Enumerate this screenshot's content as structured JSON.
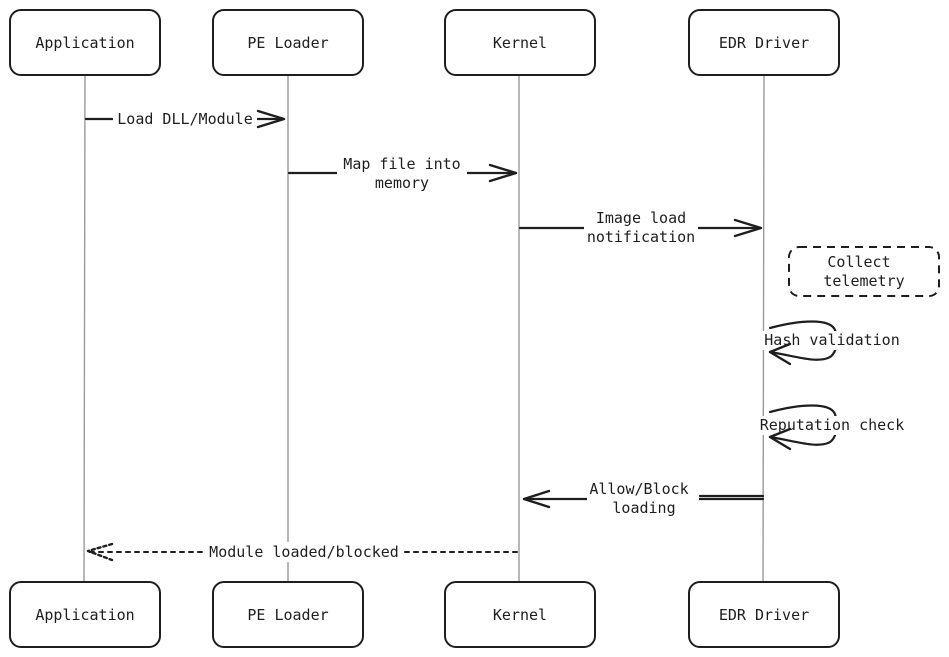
{
  "participants": [
    {
      "id": "application",
      "label": "Application"
    },
    {
      "id": "pe-loader",
      "label": "PE Loader"
    },
    {
      "id": "kernel",
      "label": "Kernel"
    },
    {
      "id": "edr-driver",
      "label": "EDR Driver"
    }
  ],
  "messages": [
    {
      "id": "load-dll",
      "from": "application",
      "to": "pe-loader",
      "lines": [
        "Load DLL/Module"
      ],
      "style": "solid"
    },
    {
      "id": "map-file",
      "from": "pe-loader",
      "to": "kernel",
      "lines": [
        "Map file into",
        "memory"
      ],
      "style": "solid"
    },
    {
      "id": "image-load",
      "from": "kernel",
      "to": "edr-driver",
      "lines": [
        "Image load",
        "notification"
      ],
      "style": "solid"
    },
    {
      "id": "hash-validation",
      "from": "edr-driver",
      "to": "edr-driver",
      "lines": [
        "Hash validation"
      ],
      "style": "self"
    },
    {
      "id": "reputation-check",
      "from": "edr-driver",
      "to": "edr-driver",
      "lines": [
        "Reputation check"
      ],
      "style": "self"
    },
    {
      "id": "allow-block",
      "from": "edr-driver",
      "to": "kernel",
      "lines": [
        "Allow/Block",
        "loading"
      ],
      "style": "solid"
    },
    {
      "id": "module-loaded",
      "from": "kernel",
      "to": "application",
      "lines": [
        "Module loaded/blocked"
      ],
      "style": "dashed"
    }
  ],
  "notes": [
    {
      "id": "collect-telemetry",
      "participant": "edr-driver",
      "lines": [
        "Collect",
        "telemetry"
      ]
    }
  ]
}
